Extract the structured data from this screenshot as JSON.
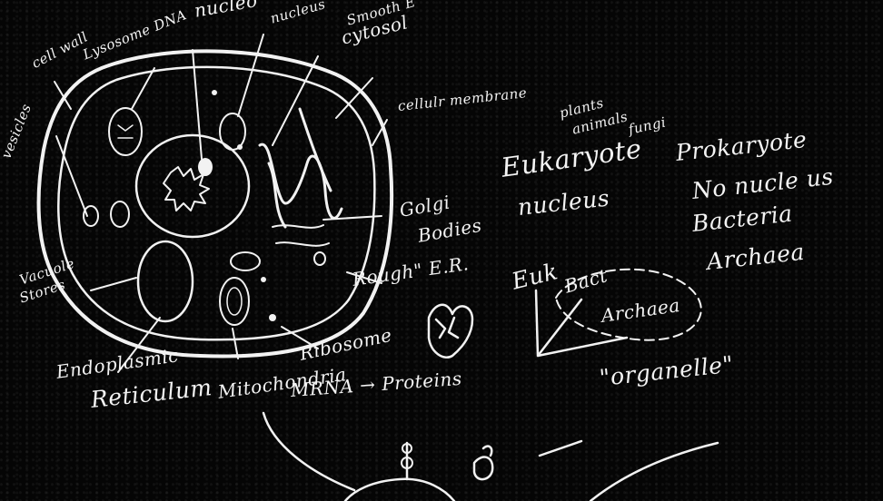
{
  "labels": {
    "cell_wall": "cell wall",
    "lysosome_dna": "Lysosome DNA",
    "nucleolus": "nucleo",
    "nucleus_top": "nucleus",
    "smooth_er": "Smooth E",
    "cytosol": "cytosol",
    "vesicles": "vesicles",
    "cellular_membrane": "cellulr membrane",
    "plants": "plants",
    "animals": "animals",
    "fungi": "fungi",
    "eukaryote": "Eukaryote",
    "prokaryote": "Prokaryote",
    "nucleus": "nucleus",
    "no_nucleus": "No nucle us",
    "bacteria": "Bacteria",
    "archaea_right": "Archaea",
    "golgi": "Golgi",
    "bodies": "Bodies",
    "vacuole": "Vacuole",
    "stores": "Stores",
    "rough_er": "Rough\" E.R.",
    "euk": "Euk",
    "bact": "Bact",
    "archaea_tree": "Archaea",
    "ribosome": "Ribosome",
    "endoplasmic": "Endoplasmic",
    "reticulum": "Reticulum",
    "mitochondria": "Mitochondria",
    "mrna_proteins": "MRNA → Proteins",
    "organelle": "\"organelle\""
  },
  "colors": {
    "chalk": "#f4f4f4",
    "board": "#050505"
  }
}
